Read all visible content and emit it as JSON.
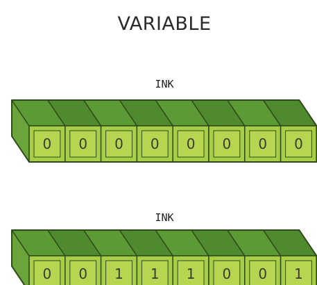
{
  "title": "VARIABLE",
  "colors": {
    "top_face": "#5c9a36",
    "top_face_dark": "#4f8a2e",
    "front_face": "#a8cd46",
    "front_inner": "#b6d651",
    "left_face": "#6aa43a",
    "outline": "#2f4a1a"
  },
  "variables": [
    {
      "label": "INK",
      "bits": [
        "0",
        "0",
        "0",
        "0",
        "0",
        "0",
        "0",
        "0"
      ]
    },
    {
      "label": "INK",
      "bits": [
        "0",
        "0",
        "1",
        "1",
        "1",
        "0",
        "0",
        "1"
      ]
    }
  ]
}
